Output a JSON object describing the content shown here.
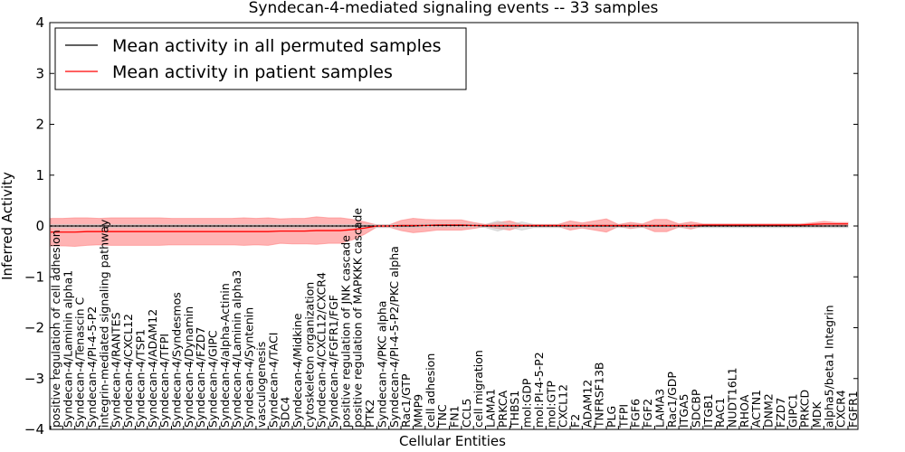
{
  "chart_data": {
    "type": "line",
    "title": "Syndecan-4-mediated signaling events -- 33 samples",
    "xlabel": "Cellular Entities",
    "ylabel": "Inferred Activity",
    "ylim": [
      -4,
      4
    ],
    "yticks": [
      -4,
      -3,
      -2,
      -1,
      0,
      1,
      2,
      3,
      4
    ],
    "ytick_labels": [
      "−4",
      "−3",
      "−2",
      "−1",
      "0",
      "1",
      "2",
      "3",
      "4"
    ],
    "grid": false,
    "legend_placement": "top-left",
    "categories": [
      "positive regulation of cell adhesion",
      "Syndecan-4/Laminin alpha1",
      "Syndecan-4/Tenascin C",
      "Syndecan-4/PI-4-5-P2",
      "integrin-mediated signaling pathway",
      "Syndecan-4/RANTES",
      "Syndecan-4/CXCL12",
      "Syndecan-4/TSP1",
      "Syndecan-4/ADAM12",
      "Syndecan-4/TFPI",
      "Syndecan-4/Syndesmos",
      "Syndecan-4/Dynamin",
      "Syndecan-4/FZD7",
      "Syndecan-4/GIPC",
      "Syndecan-4/alpha-Actinin",
      "Syndecan-4/Laminin alpha3",
      "Syndecan-4/Syntenin",
      "vasculogenesis",
      "Syndecan-4/TACI",
      "SDC4",
      "Syndecan-4/Midkine",
      "cytoskeleton organization",
      "Syndecan-4/CXCL12/CXCR4",
      "Syndecan-4/FGFR1/FGF",
      "positive regulation of JNK cascade",
      "positive regulation of MAPKKK cascade",
      "PTK2",
      "Syndecan-4/PKC alpha",
      "Syndecan-4/PI-4-5-P2/PKC alpha",
      "Rac1/GTP",
      "MMP9",
      "cell adhesion",
      "TNC",
      "FN1",
      "CCL5",
      "cell migration",
      "LAMA1",
      "PRKCA",
      "THBS1",
      "mol:GDP",
      "mol:PI-4-5-P2",
      "mol:GTP",
      "CXCL12",
      "F2",
      "ADAM12",
      "TNFRSF13B",
      "PLG",
      "TFPI",
      "FGF6",
      "FGF2",
      "LAMA3",
      "Rac1/GDP",
      "ITGA5",
      "SDCBP",
      "ITGB1",
      "RAC1",
      "NUDT16L1",
      "RHOA",
      "ACTN1",
      "DNM2",
      "FZD7",
      "GIPC1",
      "PRKCD",
      "MDK",
      "alpha5/beta1 Integrin",
      "CXCR4",
      "FGFR1"
    ],
    "series": [
      {
        "name": "Mean activity in all permuted samples",
        "color": "#000000",
        "band_color": "#c8c8c8",
        "values": [
          0,
          0,
          0,
          0,
          0,
          0,
          0,
          0,
          0,
          0,
          0,
          0,
          0,
          0,
          0,
          0,
          0,
          0,
          0,
          0,
          0,
          0,
          0,
          0,
          0,
          0,
          0,
          0,
          0,
          0,
          0,
          0.01,
          0.01,
          0.01,
          0.01,
          0.01,
          0,
          0,
          0,
          0,
          0,
          0,
          0,
          0,
          0,
          0,
          0,
          0,
          0,
          0,
          0,
          0,
          0,
          0,
          0,
          0,
          0,
          0,
          0,
          0,
          0,
          0,
          0,
          0,
          0,
          0,
          0
        ],
        "std": [
          0.03,
          0.03,
          0.03,
          0.03,
          0.03,
          0.03,
          0.03,
          0.03,
          0.03,
          0.03,
          0.03,
          0.03,
          0.03,
          0.03,
          0.03,
          0.03,
          0.03,
          0.03,
          0.03,
          0.03,
          0.03,
          0.03,
          0.03,
          0.03,
          0.03,
          0.03,
          0.03,
          0.03,
          0.03,
          0.03,
          0.03,
          0.03,
          0.03,
          0.03,
          0.03,
          0.03,
          0.03,
          0.1,
          0.03,
          0.08,
          0.03,
          0.03,
          0.03,
          0.03,
          0.03,
          0.03,
          0.03,
          0.03,
          0.03,
          0.03,
          0.03,
          0.03,
          0.03,
          0.03,
          0.03,
          0.03,
          0.03,
          0.03,
          0.03,
          0.03,
          0.03,
          0.03,
          0.03,
          0.03,
          0.03,
          0.03,
          0.03
        ]
      },
      {
        "name": "Mean activity in patient samples",
        "color": "#ff0000",
        "band_color": "#ff8080",
        "values": [
          -0.12,
          -0.12,
          -0.12,
          -0.11,
          -0.11,
          -0.11,
          -0.11,
          -0.11,
          -0.11,
          -0.11,
          -0.11,
          -0.11,
          -0.11,
          -0.11,
          -0.11,
          -0.11,
          -0.11,
          -0.11,
          -0.11,
          -0.1,
          -0.1,
          -0.1,
          -0.09,
          -0.09,
          -0.09,
          -0.07,
          -0.04,
          0,
          0,
          0.01,
          0.01,
          0.01,
          0.02,
          0.02,
          0.02,
          0.01,
          0.01,
          0.01,
          0.01,
          0.01,
          0.01,
          0.01,
          0.01,
          0.01,
          0.01,
          0.01,
          0.01,
          0.01,
          0.01,
          0.01,
          0.01,
          0.01,
          0.01,
          0.01,
          0.02,
          0.02,
          0.02,
          0.02,
          0.02,
          0.02,
          0.02,
          0.02,
          0.02,
          0.03,
          0.04,
          0.04,
          0.04
        ],
        "std": [
          0.27,
          0.27,
          0.28,
          0.27,
          0.26,
          0.27,
          0.27,
          0.27,
          0.27,
          0.27,
          0.26,
          0.26,
          0.26,
          0.26,
          0.26,
          0.26,
          0.27,
          0.26,
          0.27,
          0.24,
          0.25,
          0.25,
          0.27,
          0.25,
          0.25,
          0.2,
          0.12,
          0.02,
          0.02,
          0.1,
          0.14,
          0.12,
          0.1,
          0.1,
          0.1,
          0.06,
          0.02,
          0.06,
          0.09,
          0.02,
          0.02,
          0.02,
          0.02,
          0.09,
          0.05,
          0.09,
          0.13,
          0.02,
          0.06,
          0.03,
          0.12,
          0.12,
          0.03,
          0.07,
          0.02,
          0.02,
          0.02,
          0.02,
          0.02,
          0.02,
          0.02,
          0.02,
          0.02,
          0.03,
          0.05,
          0.03,
          0.03
        ]
      }
    ]
  }
}
